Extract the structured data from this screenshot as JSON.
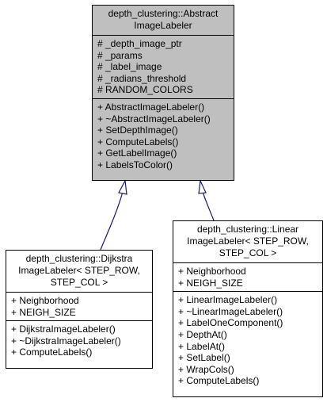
{
  "base": {
    "title_lines": [
      "depth_clustering::Abstract",
      "ImageLabeler"
    ],
    "attributes": [
      "# _depth_image_ptr",
      "# _params",
      "# _label_image",
      "# _radians_threshold",
      "# RANDOM_COLORS"
    ],
    "methods": [
      "+ AbstractImageLabeler()",
      "+ ~AbstractImageLabeler()",
      "+ SetDepthImage()",
      "+ ComputeLabels()",
      "+ GetLabelImage()",
      "+ LabelsToColor()"
    ]
  },
  "dijkstra": {
    "title_lines": [
      "depth_clustering::Dijkstra",
      "ImageLabeler< STEP_ROW,",
      "STEP_COL >"
    ],
    "attributes": [
      "+ Neighborhood",
      "+ NEIGH_SIZE"
    ],
    "methods": [
      "+ DijkstraImageLabeler()",
      "+ ~DijkstraImageLabeler()",
      "+ ComputeLabels()"
    ]
  },
  "linear": {
    "title_lines": [
      "depth_clustering::Linear",
      "ImageLabeler< STEP_ROW,",
      "STEP_COL >"
    ],
    "attributes": [
      "+ Neighborhood",
      "+ NEIGH_SIZE"
    ],
    "methods": [
      "+ LinearImageLabeler()",
      "+ ~LinearImageLabeler()",
      "+ LabelOneComponent()",
      "+ DepthAt()",
      "+ LabelAt()",
      "+ SetLabel()",
      "+ WrapCols()",
      "+ ComputeLabels()"
    ]
  },
  "colors": {
    "base_fill": "#bfbfbf",
    "edge": "#191970",
    "border": "#000000"
  }
}
